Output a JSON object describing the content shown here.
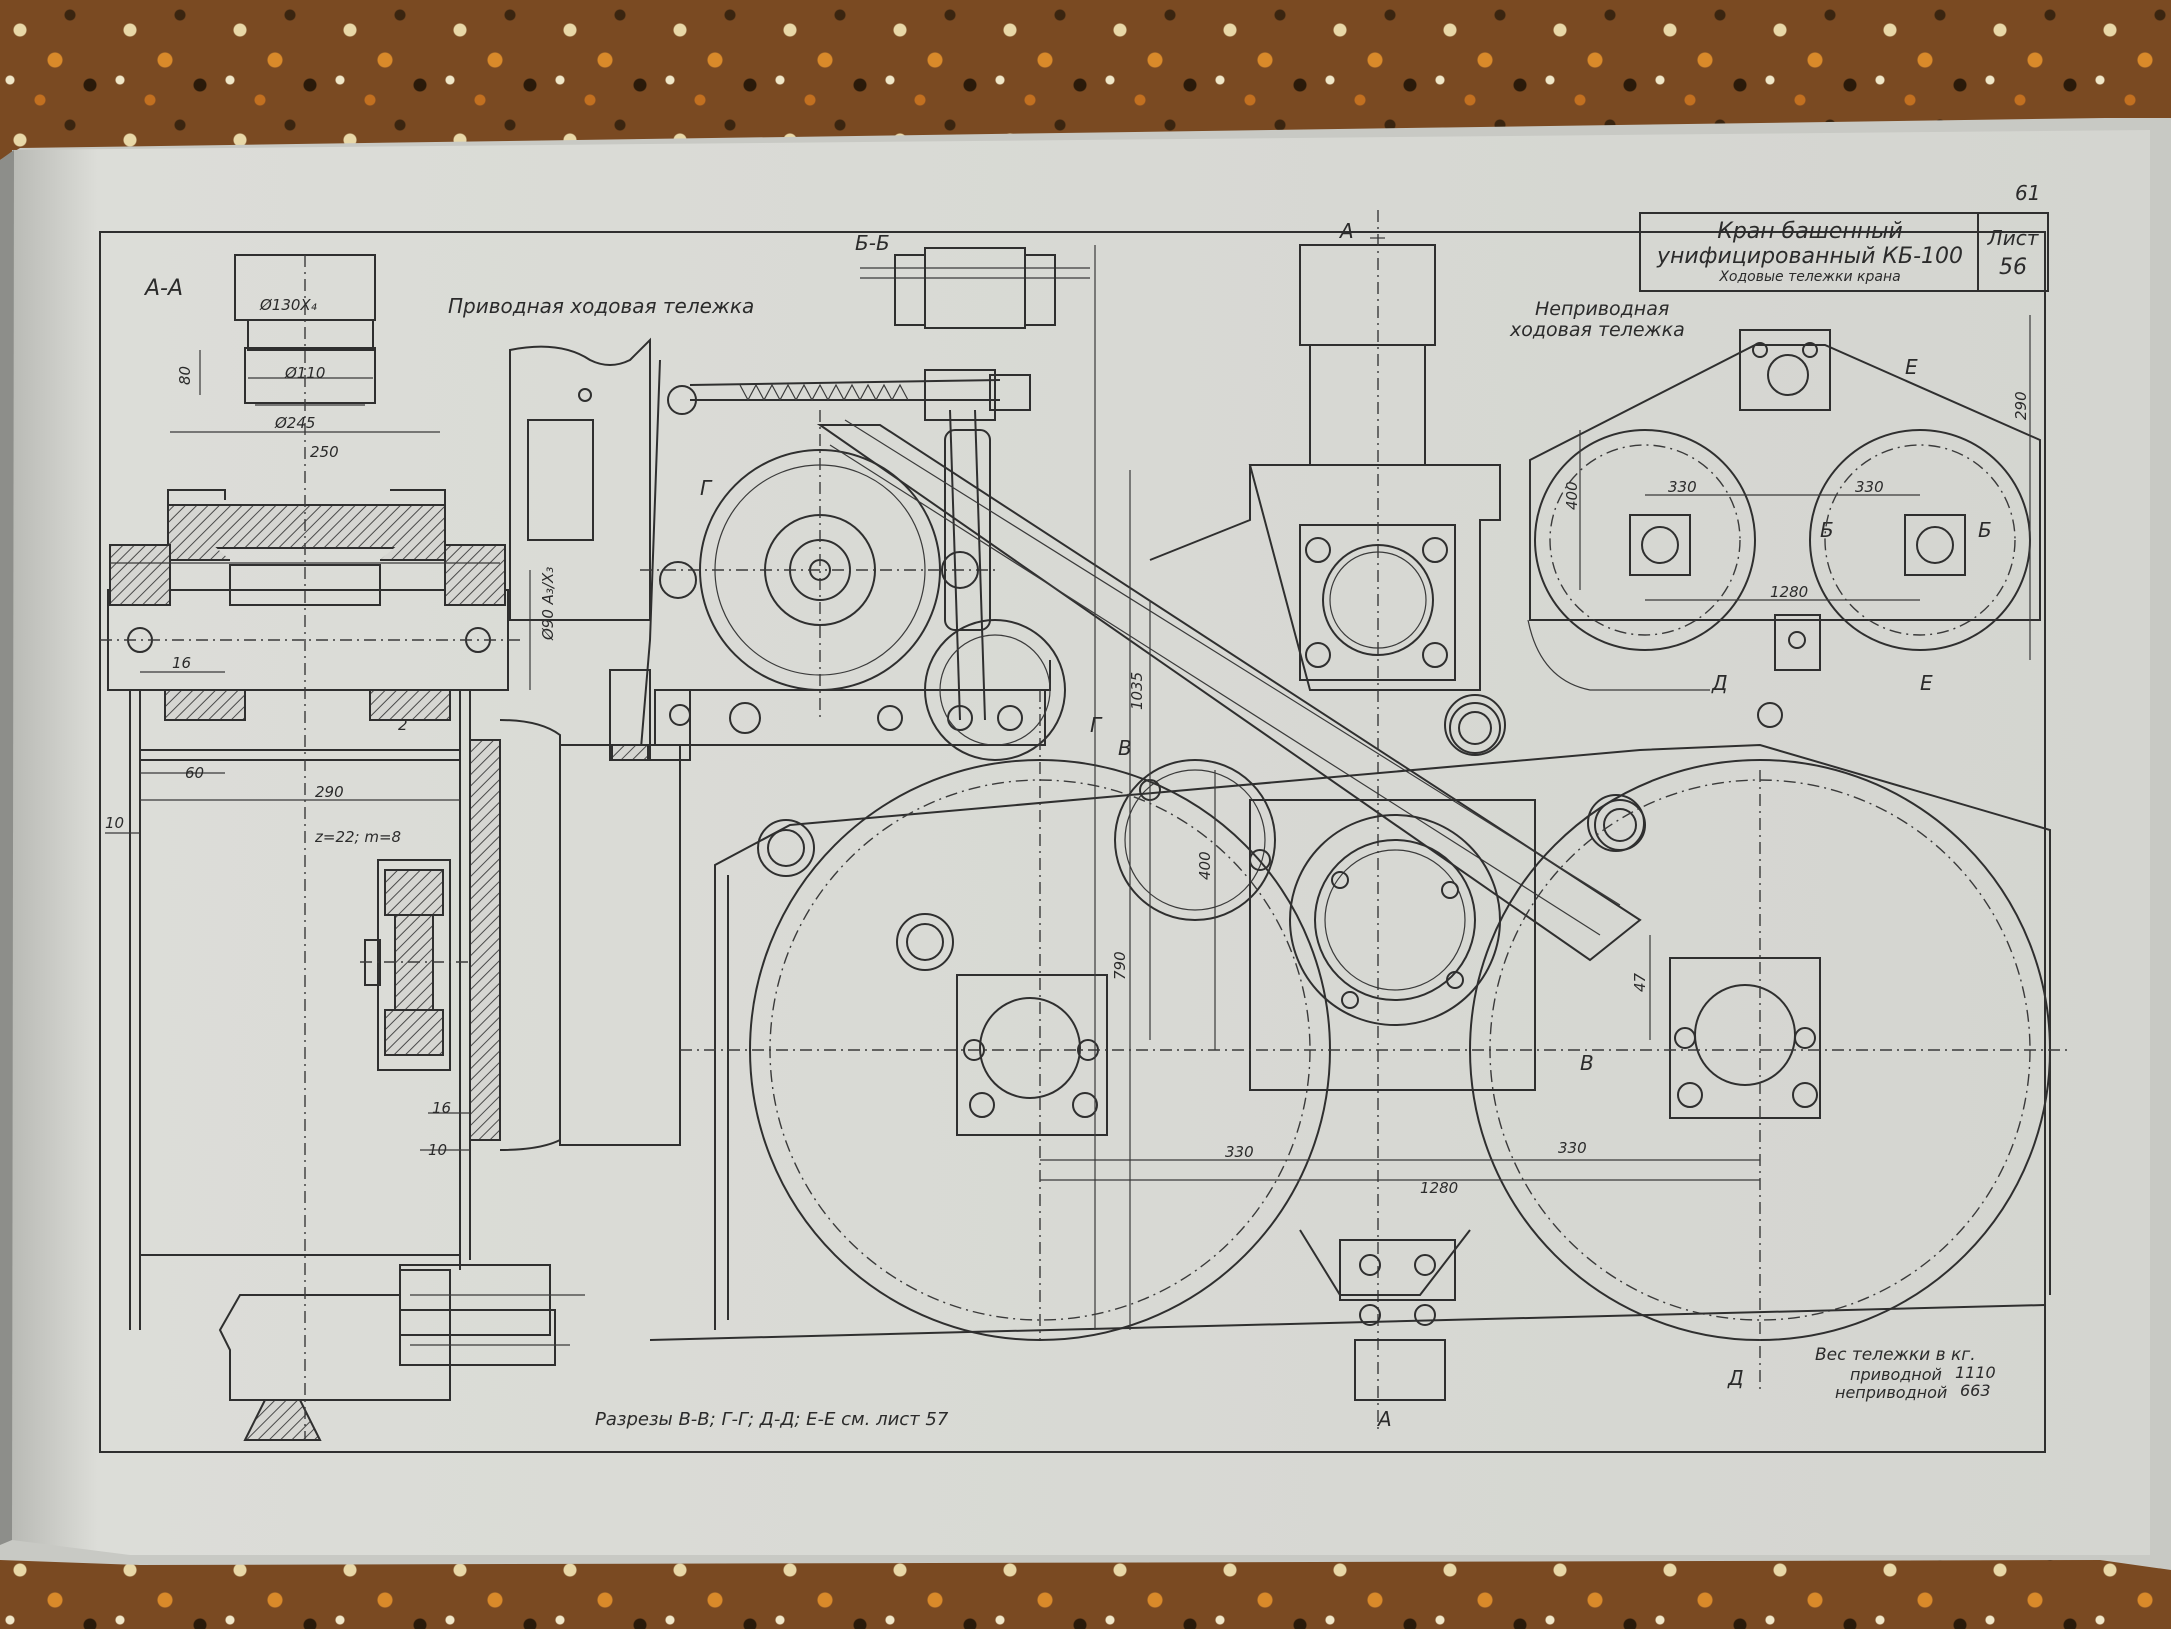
{
  "page_number": "61",
  "title_block": {
    "title_line1": "Кран башенный",
    "title_line2": "унифицированный КБ-100",
    "subtitle": "Ходовые тележки крана",
    "sheet_label": "Лист",
    "sheet_number": "56"
  },
  "views": {
    "section_aa": "А-А",
    "section_bb": "Б-Б",
    "driven_bogie": "Приводная ходовая тележка",
    "nondriven_bogie_line1": "Неприводная",
    "nondriven_bogie_line2": "ходовая тележка"
  },
  "section_marks": {
    "a_top": "А",
    "a_bottom": "А",
    "g": "Г",
    "g2": "Г",
    "v": "В",
    "v2": "В",
    "d_top": "Д",
    "d_bottom": "Д",
    "e_top": "Е",
    "e_bottom": "Е",
    "b_left": "Б",
    "b_right": "Б"
  },
  "dimensions": {
    "d130": "Ø130X₄",
    "d110": "Ø110",
    "d245": "Ø245",
    "d90": "Ø90 A₃/X₃",
    "d80": "80",
    "d250": "250",
    "d16a": "16",
    "d2": "2",
    "d60": "60",
    "d290a": "290",
    "d10a": "10",
    "gear": "z=22; m=8",
    "d16b": "16",
    "d10b": "10",
    "d1035": "1035",
    "d790": "790",
    "d400a": "400",
    "d47": "47",
    "d330a": "330",
    "d330b": "330",
    "d1280": "1280",
    "d400b": "400",
    "d330c": "330",
    "d330d": "330",
    "d1280b": "1280",
    "d290b": "290"
  },
  "notes": {
    "sections": "Разрезы В-В; Г-Г; Д-Д; Е-Е см. лист 57",
    "weight_title": "Вес тележки в кг.",
    "weight_driven_label": "приводной",
    "weight_driven_value": "1110",
    "weight_nondriven_label": "неприводной",
    "weight_nondriven_value": "663"
  }
}
